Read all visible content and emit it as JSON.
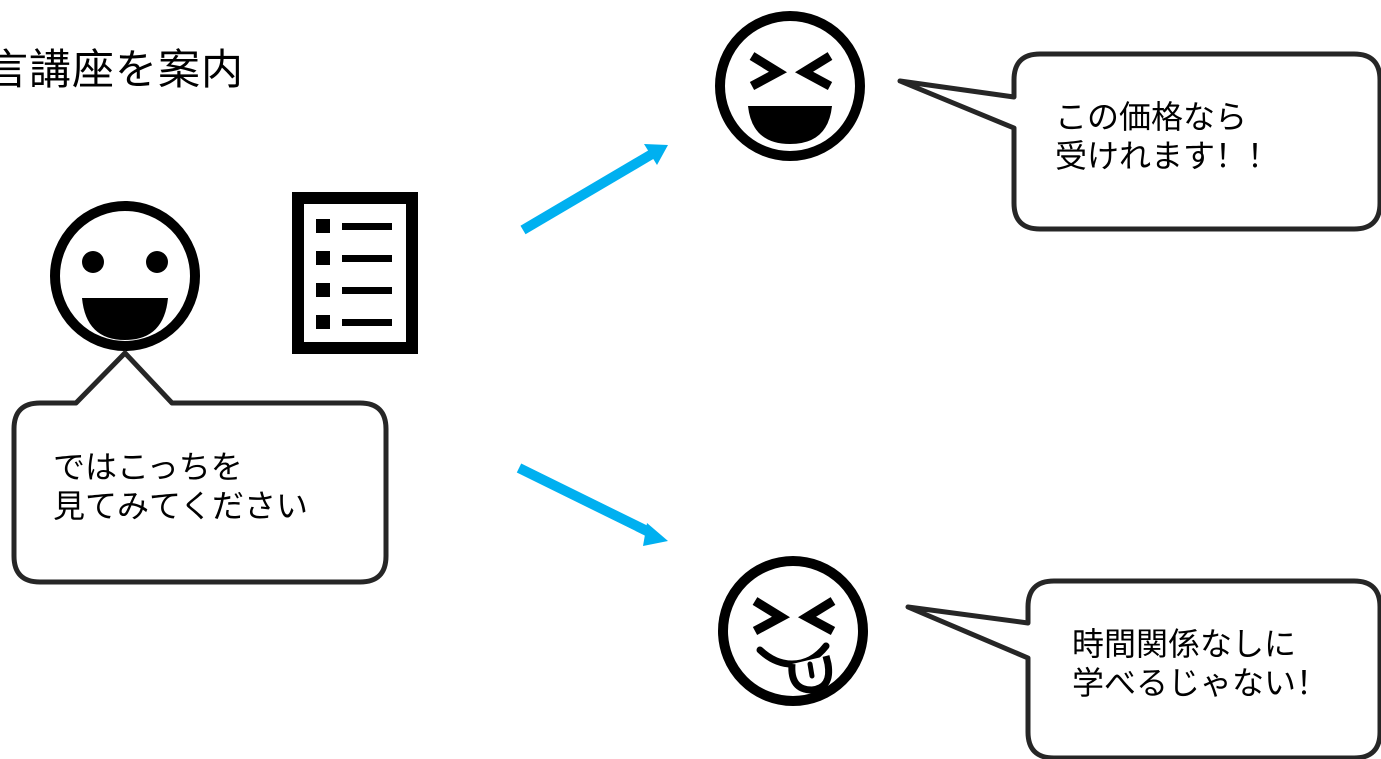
{
  "title": "言講座を案内",
  "bubbles": {
    "presenter": {
      "lines": [
        "ではこっちを",
        "見てみてください"
      ]
    },
    "top_reply": {
      "lines": [
        "この価格なら",
        "受けれます！！"
      ]
    },
    "bottom_reply": {
      "lines": [
        "時間関係なしに",
        "学べるじゃない！"
      ]
    }
  },
  "colors": {
    "arrow": "#00B0F0",
    "stroke": "#262626",
    "ink": "#000000",
    "background": "#FFFFFF"
  },
  "icons": {
    "presenter_face": "smiling-face-icon",
    "document": "list-document-icon",
    "top_face": "laughing-face-icon",
    "bottom_face": "tongue-out-face-icon"
  }
}
